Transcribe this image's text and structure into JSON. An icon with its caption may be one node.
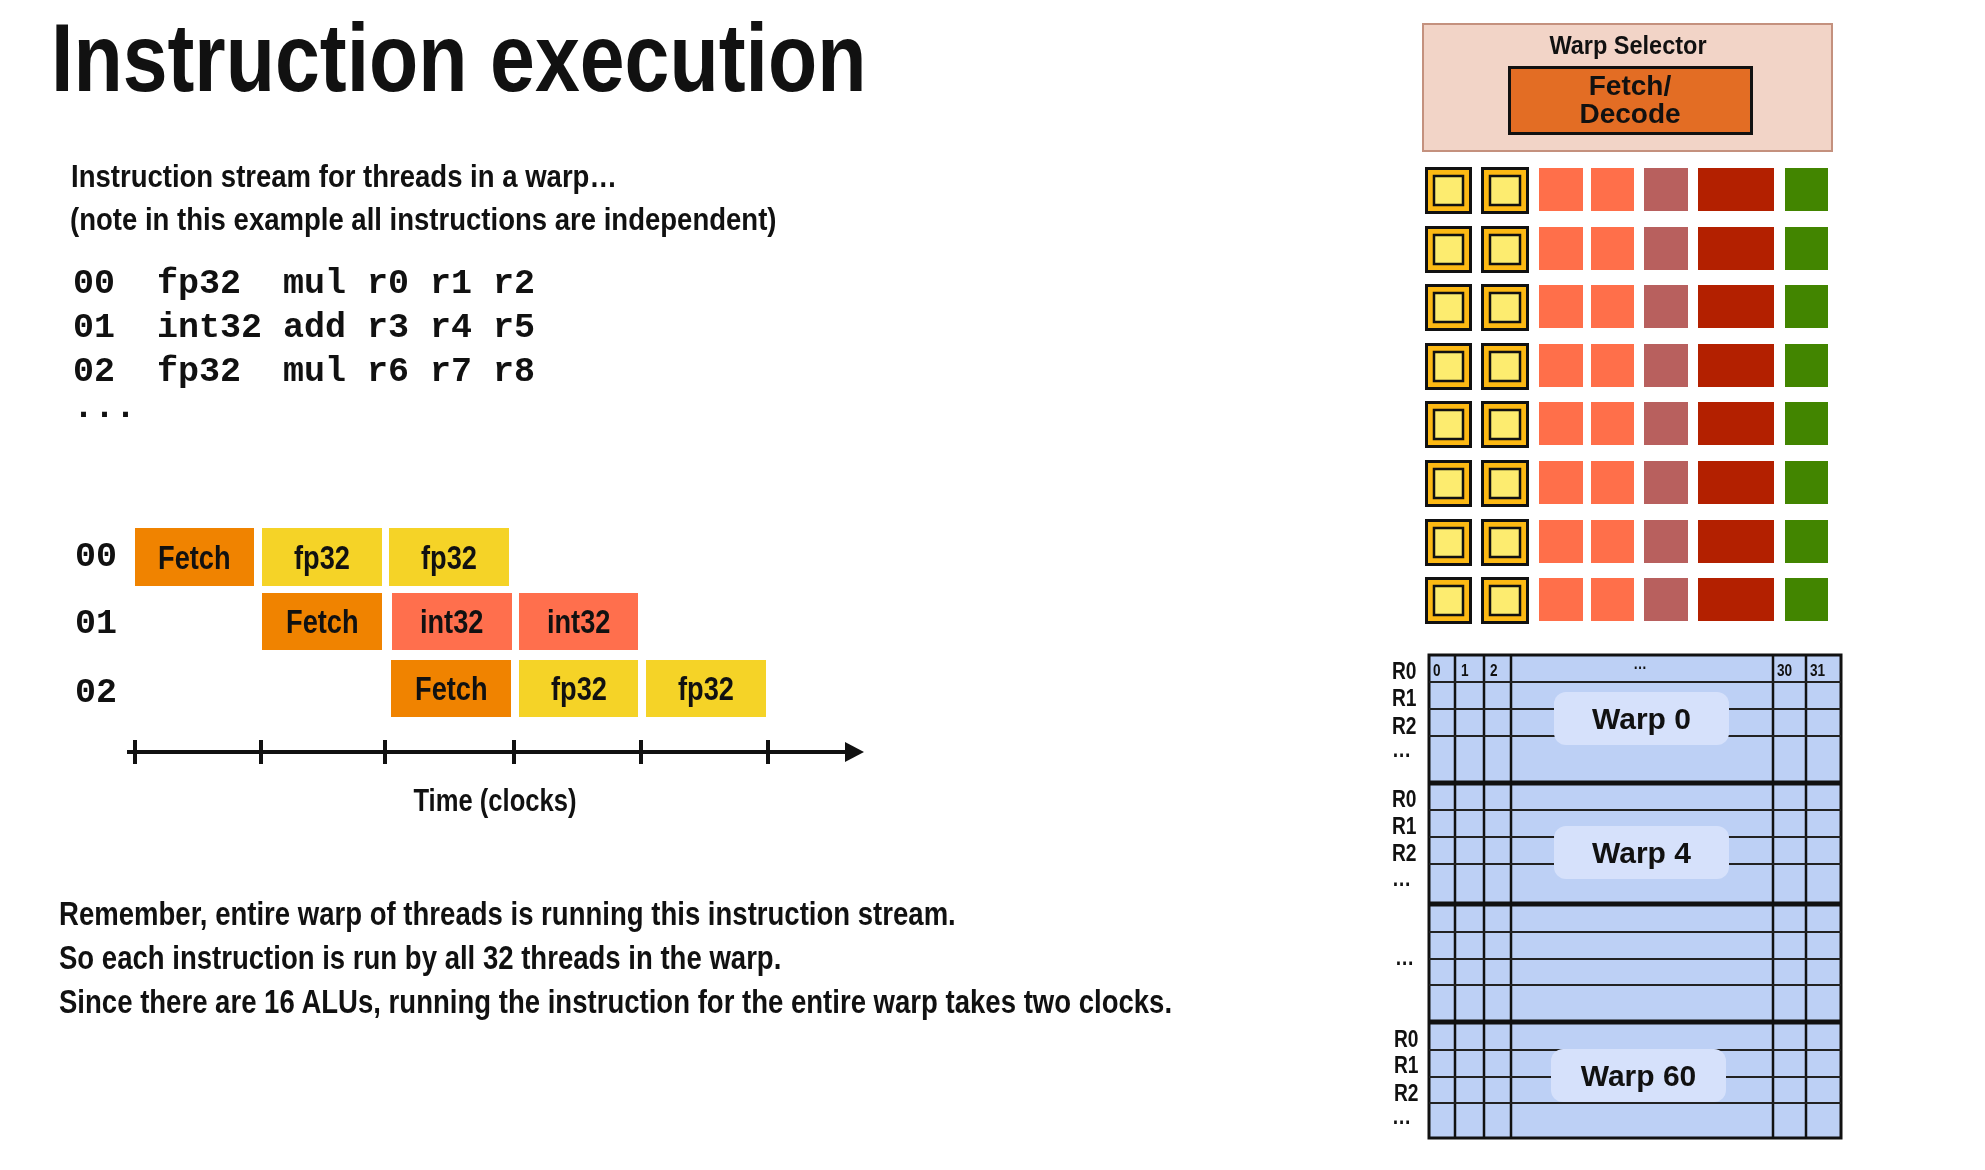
{
  "diagram": {
    "title": "Instruction execution",
    "nodes": [
      {
        "text": [
          "Fetch"
        ]
      },
      {
        "text": [
          "fp32"
        ]
      },
      {
        "text": [
          "fp32"
        ]
      },
      {
        "text": [
          "Fetch"
        ]
      },
      {
        "text": [
          "int32"
        ]
      },
      {
        "text": [
          "int32"
        ]
      },
      {
        "text": [
          "Fetch"
        ]
      },
      {
        "text": [
          "fp32"
        ]
      },
      {
        "text": [
          "fp32"
        ]
      },
      {
        "text": [
          "Warp Selector"
        ]
      },
      {
        "text": [
          "Fetch/ Decode"
        ],
        "in": 9
      },
      {
        "text": [
          "Warp 0"
        ]
      },
      {
        "text": [
          "Warp 4"
        ]
      },
      {
        "text": [
          "Warp 60"
        ]
      }
    ],
    "labels": [
      "Instruction stream for threads in a warp…",
      "(note in this example all instructions are independent)",
      "00  fp32  mul r0 r1 r2",
      "01  int32 add r3 r4 r5",
      "02  fp32  mul r6 r7 r8",
      "...",
      "00",
      "01",
      "02",
      "Time (clocks)",
      "Remember, entire warp of threads is running this instruction stream.",
      "So each instruction is run by all 32 threads in the warp.",
      "Since there are 16 ALUs, running the instruction for the entire warp takes two clocks.",
      "R0",
      "0",
      "1",
      "2",
      "…",
      "30",
      "31",
      "R1",
      "R2",
      "…",
      "R0",
      "R1",
      "R2",
      "…",
      "…",
      "R0",
      "R1",
      "R2",
      "…"
    ]
  }
}
